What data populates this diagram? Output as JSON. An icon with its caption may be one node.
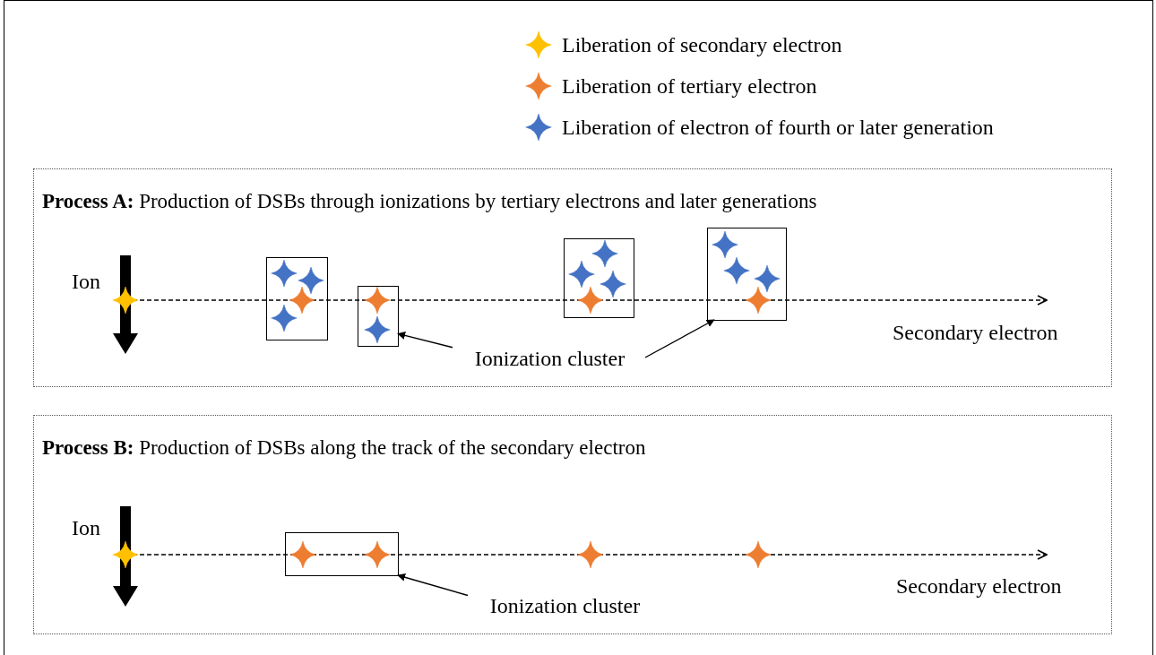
{
  "diagram": {
    "nodes": [
      {
        "text": [
          "**Process A:** Production of DSBs through ionizations by tertiary electrons and later generations"
        ]
      },
      {
        "text": [],
        "shape": "box",
        "in": 0
      },
      {
        "text": [],
        "shape": "box",
        "in": 0
      },
      {
        "text": [],
        "shape": "box",
        "in": 0
      },
      {
        "text": [],
        "shape": "box",
        "in": 0
      },
      {
        "text": [
          "Ionization cluster"
        ],
        "in": 0
      },
      {
        "text": [
          "**Process B:** Production of DSBs along the track of the secondary electron"
        ]
      },
      {
        "text": [],
        "shape": "box",
        "in": 6
      },
      {
        "text": [
          "Ionization cluster"
        ],
        "in": 6
      }
    ],
    "edges": [
      {
        "from": 5,
        "to": 2,
        "arrow": "to"
      },
      {
        "from": 5,
        "to": 4,
        "arrow": "to"
      },
      {
        "from": 8,
        "to": 7,
        "arrow": "to"
      }
    ],
    "labels": [
      "Ion",
      "Secondary electron",
      "Ion",
      "Secondary electron"
    ],
    "legend": [
      {
        "text": "Liberation of secondary electron",
        "color": "#ffc000"
      },
      {
        "text": "Liberation of tertiary electron",
        "color": "#ed7d31"
      },
      {
        "text": "Liberation of electron of fourth or later generation",
        "color": "#4472c4"
      }
    ]
  }
}
